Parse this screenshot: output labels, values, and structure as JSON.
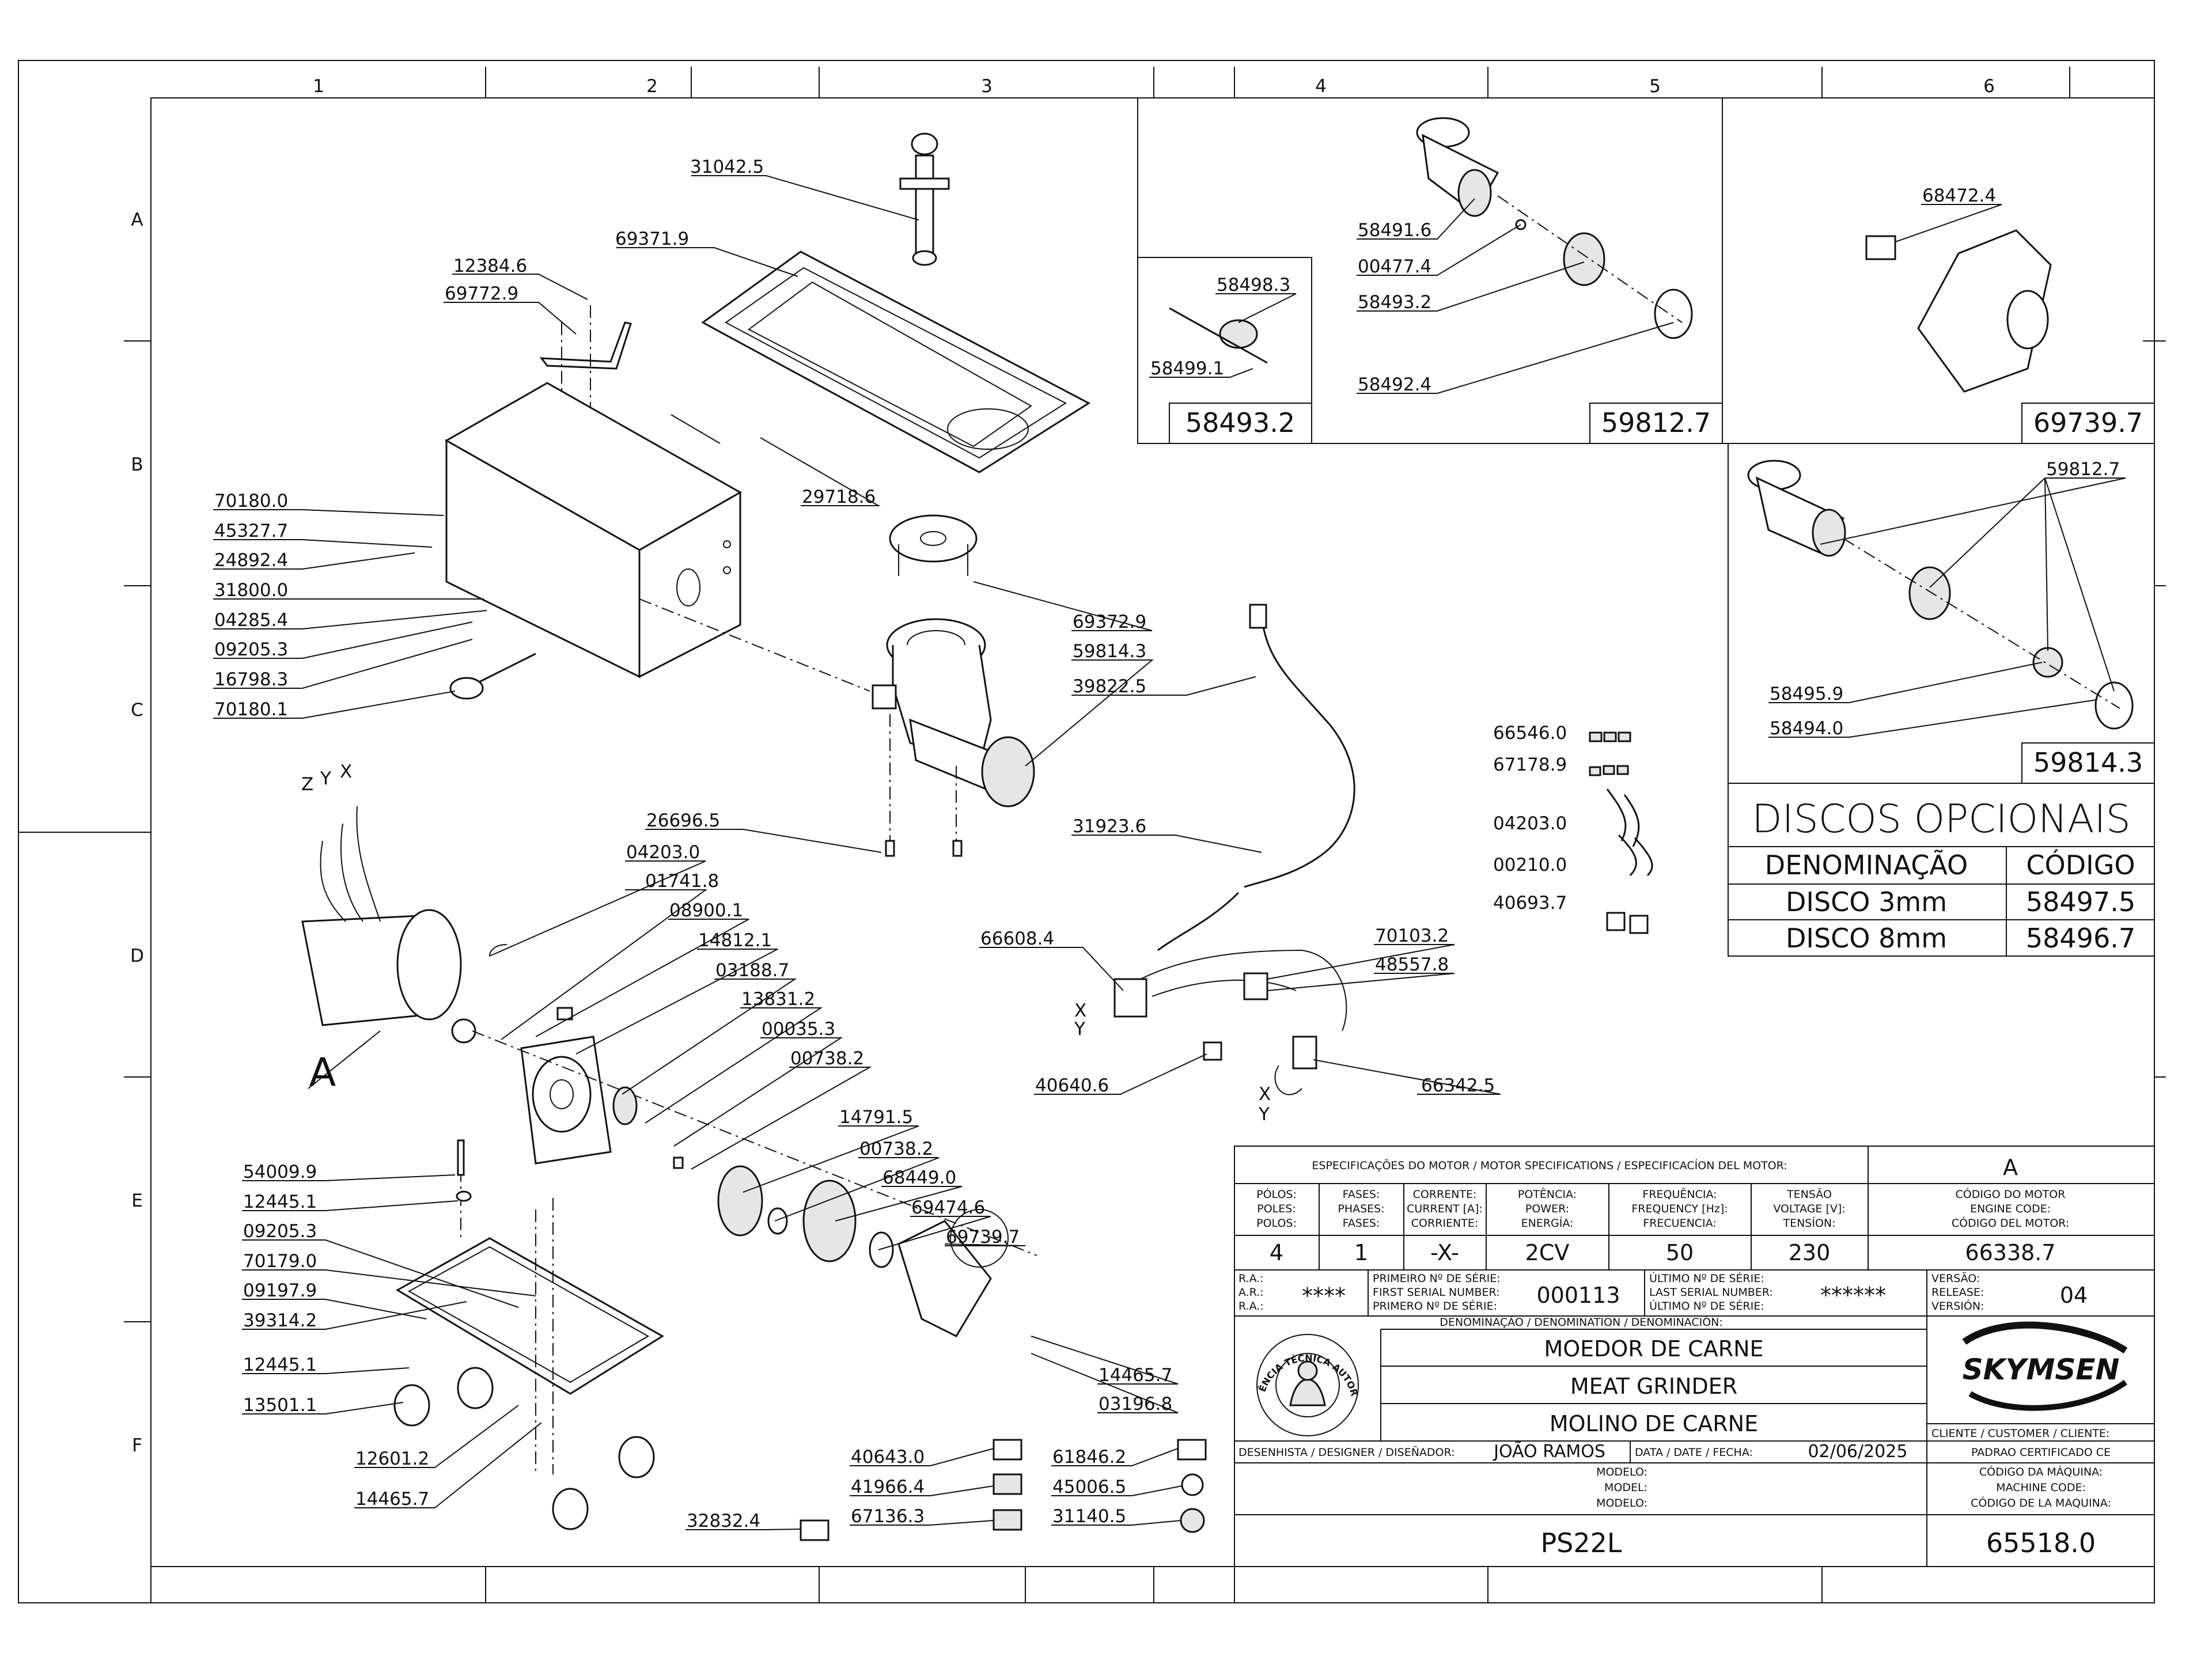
{
  "grid": {
    "columns": [
      "1",
      "2",
      "3",
      "4",
      "5",
      "6"
    ],
    "rows": [
      "A",
      "B",
      "C",
      "D",
      "E",
      "F"
    ]
  },
  "callouts": [
    "31042.5",
    "69371.9",
    "12384.6",
    "69772.9",
    "29718.6",
    "70180.0",
    "45327.7",
    "24892.4",
    "31800.0",
    "04285.4",
    "09205.3",
    "16798.3",
    "70180.1",
    "69372.9",
    "59814.3",
    "39822.5",
    "26696.5",
    "31923.6",
    "66608.4",
    "40640.6",
    "70103.2",
    "48557.8",
    "66342.5",
    "66546.0",
    "67178.9",
    "04203.0",
    "00210.0",
    "40693.7",
    "04203.0",
    "01741.8",
    "08900.1",
    "14812.1",
    "03188.7",
    "13831.2",
    "00035.3",
    "00738.2",
    "14791.5",
    "00738.2",
    "68449.0",
    "69474.6",
    "69739.7",
    "54009.9",
    "12445.1",
    "09205.3",
    "70179.0",
    "09197.9",
    "39314.2",
    "12445.1",
    "13501.1",
    "12601.2",
    "14465.7",
    "14465.7",
    "03196.8",
    "40643.0",
    "41966.4",
    "67136.3",
    "32832.4",
    "61846.2",
    "45006.5",
    "31140.5",
    "58498.3",
    "58499.1",
    "58491.6",
    "00477.4",
    "58493.2",
    "58492.4",
    "68472.4",
    "59812.7",
    "58495.9",
    "58494.0"
  ],
  "detail_boxes": {
    "box1": "58493.2",
    "box2": "59812.7",
    "box3": "69739.7",
    "box4": "59814.3"
  },
  "detail_marker": "A",
  "wire_letters": [
    "Z",
    "Y",
    "X"
  ],
  "connector_letters": [
    "X",
    "Y",
    "X",
    "Y"
  ],
  "discs": {
    "title": "DISCOS OPCIONAIS",
    "header": [
      "DENOMINAÇÃO",
      "CÓDIGO"
    ],
    "rows": [
      [
        "DISCO 3mm",
        "58497.5"
      ],
      [
        "DISCO 8mm",
        "58496.7"
      ]
    ]
  },
  "title_block": {
    "spec_header": "ESPECIFICAÇÕES DO MOTOR / MOTOR SPECIFICATIONS / ESPECIFICACÍON DEL MOTOR:",
    "rev_letter": "A",
    "spec_columns": [
      [
        "PÓLOS:",
        "POLES:",
        "POLOS:"
      ],
      [
        "FASES:",
        "PHASES:",
        "FASES:"
      ],
      [
        "CORRENTE:",
        "CURRENT [A]:",
        "CORRIENTE:"
      ],
      [
        "POTÊNCIA:",
        "POWER:",
        "ENERGÍA:"
      ],
      [
        "FREQUÊNCIA:",
        "FREQUENCY [Hz]:",
        "FRECUENCIA:"
      ],
      [
        "TENSÃO",
        "VOLTAGE [V]:",
        "TENSÍON:"
      ],
      [
        "CÓDIGO DO MOTOR",
        "ENGINE CODE:",
        "CÓDIGO DEL MOTOR:"
      ]
    ],
    "spec_values": [
      "4",
      "1",
      "-X-",
      "2CV",
      "50",
      "230",
      "66338.7"
    ],
    "ra_labels": [
      "R.A.:",
      "A.R.:",
      "R.A.:"
    ],
    "ra_value": "****",
    "first_serial_labels": [
      "PRIMEIRO Nº DE SÉRIE:",
      "FIRST SERIAL NUMBER:",
      "PRIMERO Nº DE SÉRIE:"
    ],
    "first_serial": "000113",
    "last_serial_labels": [
      "ÚLTIMO Nº DE SÉRIE:",
      "LAST SERIAL NUMBER:",
      "ÚLTIMO Nº DE SÉRIE:"
    ],
    "last_serial": "******",
    "version_labels": [
      "VERSÃO:",
      "RELEASE:",
      "VERSIÓN:"
    ],
    "version": "04",
    "denomination_header": "DENOMINAÇÃO / DENOMINATION / DENOMINACIÓN:",
    "names": [
      "MOEDOR DE CARNE",
      "MEAT GRINDER",
      "MOLINO DE CARNE"
    ],
    "seal_text": "ASSISTÊNCIA TÉCNICA AUTORIZADA",
    "brand": "SKYMSEN",
    "client_label": "CLIENTE / CUSTOMER / CLIENTE:",
    "client": "PADRAO CERTIFICADO CE",
    "designer_label": "DESENHISTA / DESIGNER / DISEÑADOR:",
    "designer": "JOÃO RAMOS",
    "date_label": "DATA / DATE / FECHA:",
    "date": "02/06/2025",
    "model_labels": [
      "MODELO:",
      "MODEL:",
      "MODELO:"
    ],
    "model": "PS22L",
    "machine_code_labels": [
      "CÓDIGO DA MÁQUINA:",
      "MACHINE CODE:",
      "CÓDIGO DE LA MAQUINA:"
    ],
    "machine_code": "65518.0"
  },
  "colors": {
    "ink": "#111111",
    "paper": "#ffffff",
    "shade": "#e6e6e6"
  }
}
